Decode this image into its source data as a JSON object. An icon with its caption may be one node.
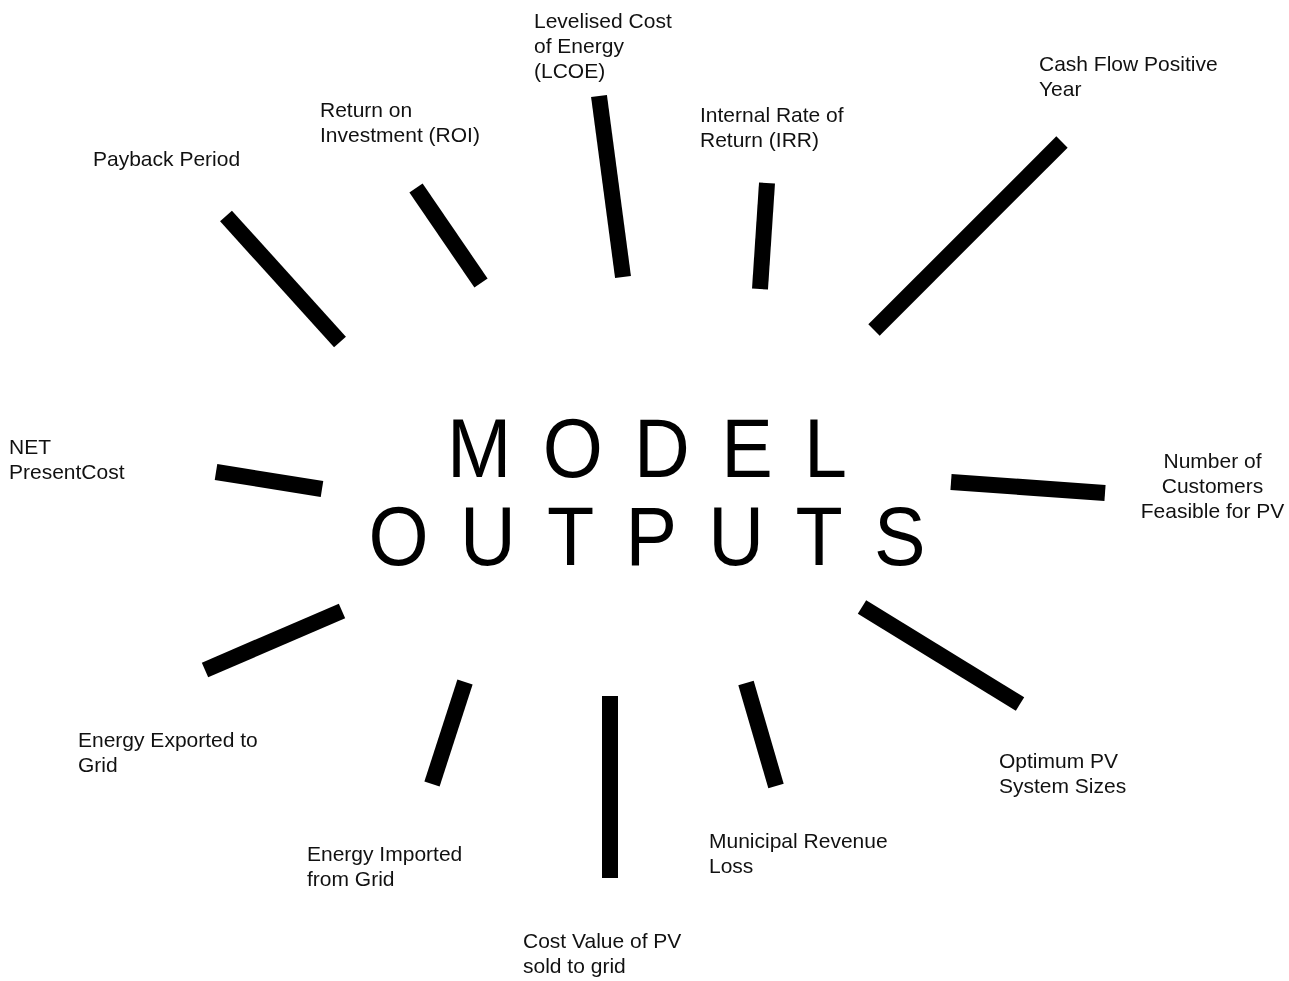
{
  "diagram": {
    "nodes": [
      {
        "text": [
          "MODEL OUTPUTS"
        ]
      },
      {
        "text": [
          "Levelised Cost of Energy (LCOE)"
        ]
      },
      {
        "text": [
          "Cash Flow Positive Year"
        ]
      },
      {
        "text": [
          "Internal Rate of Return (IRR)"
        ]
      },
      {
        "text": [
          "Return on Investment (ROI)"
        ]
      },
      {
        "text": [
          "Payback Period"
        ]
      },
      {
        "text": [
          "NET PresentCost"
        ]
      },
      {
        "text": [
          "Number of Customers Feasible for PV"
        ]
      },
      {
        "text": [
          "Energy Exported to Grid"
        ]
      },
      {
        "text": [
          "Optimum PV System Sizes"
        ]
      },
      {
        "text": [
          "Municipal Revenue Loss"
        ]
      },
      {
        "text": [
          "Energy Imported from Grid"
        ]
      },
      {
        "text": [
          "Cost Value of PV sold to grid"
        ]
      }
    ]
  }
}
